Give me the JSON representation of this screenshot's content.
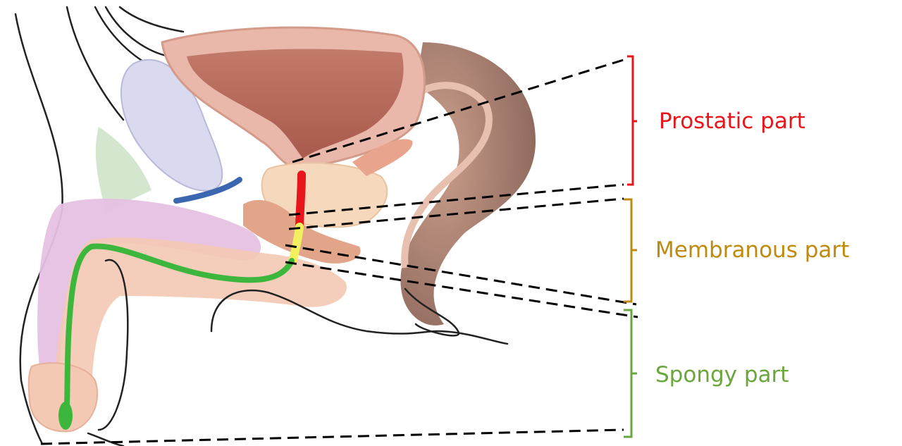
{
  "labels": {
    "prostatic": "Prostatic part",
    "membranous": "Membranous part",
    "spongy": "Spongy part"
  },
  "colors": {
    "prostatic": "#e8161b",
    "membranous": "#c08a0c",
    "spongy": "#6aa63c",
    "membranous_urethra": "#f3f060",
    "spongy_urethra": "#3db63d"
  }
}
